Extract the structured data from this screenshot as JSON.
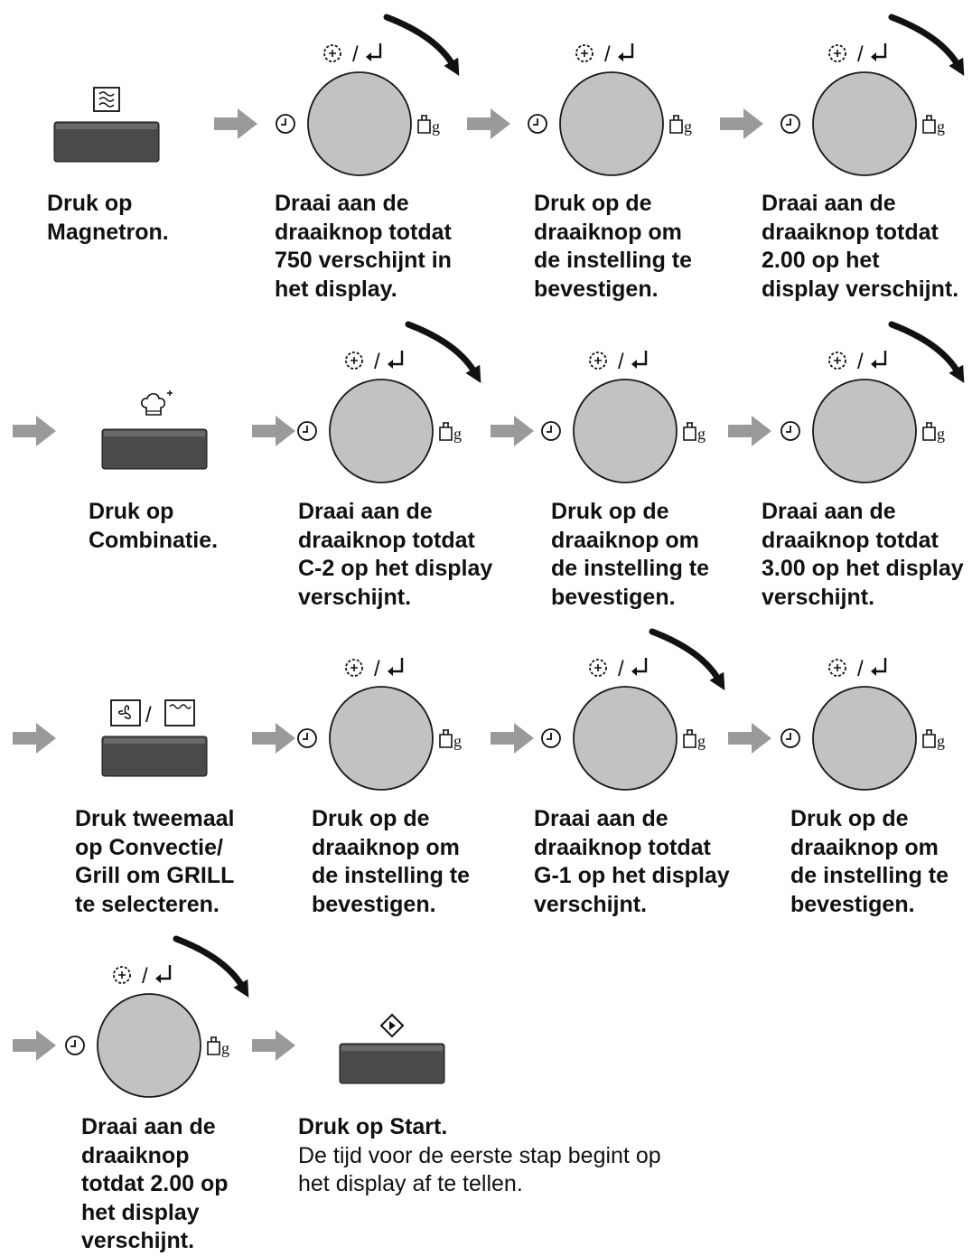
{
  "colors": {
    "knob_fill": "#c2c2c2",
    "knob_stroke": "#1a1a1a",
    "button_fill": "#4a4a4a",
    "arrow_gray": "#9a9a9a",
    "text": "#111111"
  },
  "icons": {
    "dial_top": "timer-plus-icon / enter-icon",
    "dial_left": "clock-icon",
    "dial_right": "weight-icon",
    "rotate_arrow": "clockwise-arrow-icon",
    "flow_arrow": "right-arrow-icon"
  },
  "labels": {
    "slash": "/",
    "weight_g": "g"
  },
  "steps": [
    {
      "id": "s1",
      "kind": "button",
      "icon": "microwave-icon",
      "caption": [
        "Druk op",
        "Magnetron."
      ]
    },
    {
      "id": "s2",
      "kind": "dial",
      "rotate": true,
      "caption": [
        "Draai aan de",
        "draaiknop totdat",
        "750 verschijnt in",
        "het display."
      ]
    },
    {
      "id": "s3",
      "kind": "dial",
      "rotate": false,
      "caption": [
        "Druk op de",
        "draaiknop om",
        "de instelling te",
        "bevestigen."
      ]
    },
    {
      "id": "s4",
      "kind": "dial",
      "rotate": true,
      "caption": [
        "Draai aan de",
        "draaiknop totdat",
        "2.00 op het",
        "display verschijnt."
      ]
    },
    {
      "id": "s5",
      "kind": "button",
      "icon": "combination-chef-hat-icon",
      "caption": [
        "Druk op",
        "Combinatie."
      ]
    },
    {
      "id": "s6",
      "kind": "dial",
      "rotate": true,
      "caption": [
        "Draai aan de",
        "draaiknop totdat",
        "C-2 op het display",
        "verschijnt."
      ]
    },
    {
      "id": "s7",
      "kind": "dial",
      "rotate": false,
      "caption": [
        "Druk op de",
        "draaiknop om",
        "de instelling te",
        "bevestigen."
      ]
    },
    {
      "id": "s8",
      "kind": "dial",
      "rotate": true,
      "caption": [
        "Draai aan de",
        "draaiknop totdat",
        "3.00 op het display",
        "verschijnt."
      ]
    },
    {
      "id": "s9",
      "kind": "button",
      "icon": "convection-grill-icon",
      "caption": [
        "Druk tweemaal",
        "op Convectie/",
        "Grill om GRILL",
        "te selecteren."
      ]
    },
    {
      "id": "s10",
      "kind": "dial",
      "rotate": false,
      "caption": [
        "Druk op de",
        "draaiknop om",
        "de instelling te",
        "bevestigen."
      ]
    },
    {
      "id": "s11",
      "kind": "dial",
      "rotate": true,
      "caption": [
        "Draai aan de",
        "draaiknop totdat",
        "G-1 op het display",
        "verschijnt."
      ]
    },
    {
      "id": "s12",
      "kind": "dial",
      "rotate": false,
      "caption": [
        "Druk op de",
        "draaiknop om",
        "de instelling te",
        "bevestigen."
      ]
    },
    {
      "id": "s13",
      "kind": "dial",
      "rotate": true,
      "caption": [
        "Draai aan de",
        "draaiknop",
        "totdat 2.00 op",
        "het display",
        "verschijnt."
      ]
    },
    {
      "id": "s14",
      "kind": "button",
      "icon": "start-icon",
      "caption": [
        "Druk op Start."
      ],
      "note": [
        "De tijd voor de eerste stap begint op",
        "het display af te tellen."
      ]
    }
  ]
}
